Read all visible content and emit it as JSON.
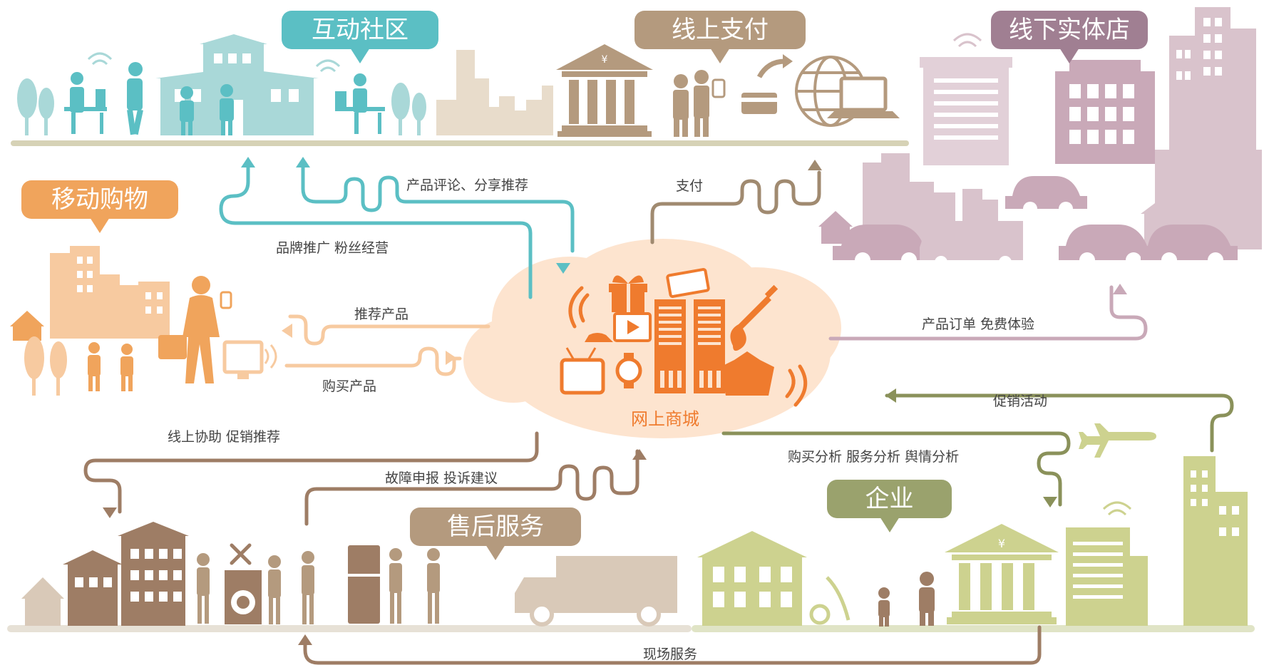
{
  "colors": {
    "teal": "#5bbfc4",
    "teal_light": "#a9d8d8",
    "tan": "#b49a7e",
    "mauve": "#a07f92",
    "mauve_light": "#d9c3cc",
    "orange": "#f0a45c",
    "orange_light": "#f7caa0",
    "brown": "#9e7d65",
    "olive": "#9aa26d",
    "olive_light": "#cdd28f",
    "cloud": "#fde4cf",
    "center_icon": "#ef7b2e"
  },
  "bubbles": {
    "community": "互动社区",
    "online_pay": "线上支付",
    "offline_store": "线下实体店",
    "mobile_shopping": "移动购物",
    "after_sales": "售后服务",
    "enterprise": "企业"
  },
  "center": {
    "label": "网上商城"
  },
  "flows": {
    "review_share": "产品评论、分享推荐",
    "brand_fans": "品牌推广  粉丝经营",
    "pay": "支付",
    "recommend": "推荐产品",
    "buy": "购买产品",
    "order_experience": "产品订单 免费体验",
    "promotion": "促销活动",
    "online_assist": "线上协助  促销推荐",
    "fault_complaint": "故障申报  投诉建议",
    "analysis": "购买分析  服务分析  舆情分析",
    "onsite_service": "现场服务"
  },
  "icons": [
    "building-icon",
    "tree-icon",
    "person-icon",
    "bank-icon",
    "globe-icon",
    "laptop-icon",
    "car-icon",
    "truck-icon",
    "airplane-icon",
    "wifi-icon",
    "gift-icon",
    "tv-icon",
    "guitar-icon",
    "watch-icon",
    "keyboard-icon",
    "jacket-icon",
    "washer-icon",
    "fridge-icon",
    "vacuum-icon",
    "house-icon"
  ]
}
